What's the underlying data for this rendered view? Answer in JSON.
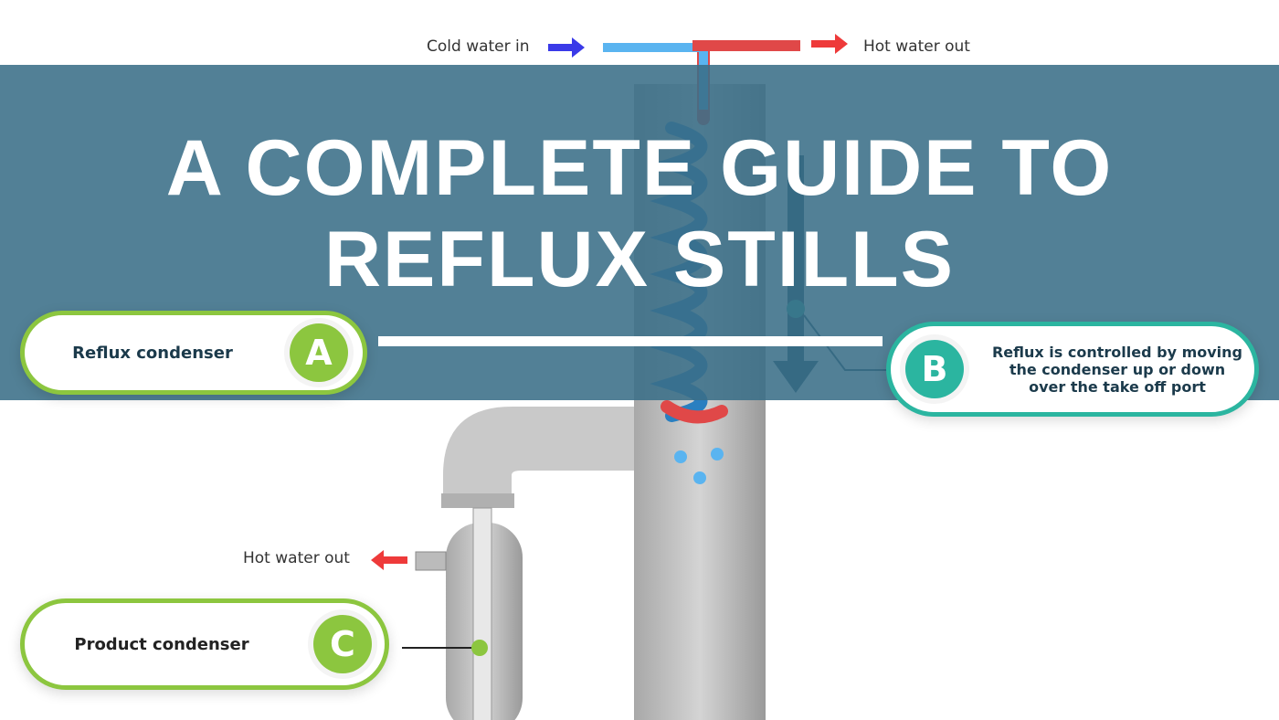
{
  "diagram": {
    "labels": {
      "cold_water_in": "Cold water in",
      "hot_water_out_top": "Hot water out",
      "hot_water_out_side": "Hot water out"
    },
    "callouts": [
      {
        "letter": "A",
        "text": "Reflux condenser",
        "color": "#8cc63f"
      },
      {
        "letter": "B",
        "text": "Reflux is controlled by moving the condenser up or down over the take off port",
        "color": "#2bb5a0"
      },
      {
        "letter": "C",
        "text": "Product condenser",
        "color": "#8cc63f"
      }
    ],
    "colors": {
      "cold": "#5ab4f0",
      "hot": "#e04848",
      "cold_arrow": "#3a3ae8",
      "hot_arrow": "#ee3a3a",
      "pipe": "#c8c8c8"
    }
  },
  "banner": {
    "title_line1": "A COMPLETE GUIDE TO",
    "title_line2": "REFLUX STILLS",
    "color": "#3a6e87"
  }
}
